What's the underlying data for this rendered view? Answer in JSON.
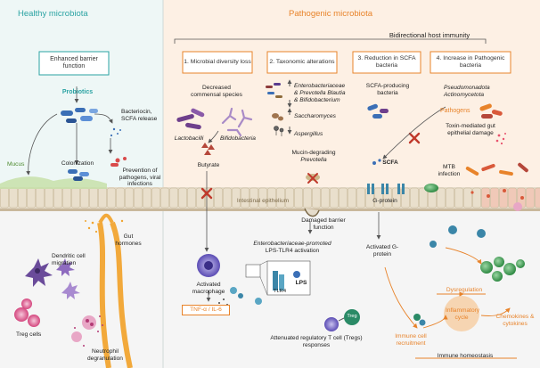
{
  "panels": {
    "healthy_title": "Healthy microbiota",
    "pathogenic_title": "Pathogenic microbiota"
  },
  "healthy": {
    "enhanced_barrier": "Enhanced barrier function",
    "probiotics": "Probiotics",
    "bacteriocin": "Bacteriocin, SCFA release",
    "mucus": "Mucus",
    "colonization": "Colonization",
    "prevention": "Prevention of pathogens, viral infections",
    "gut_hormones": "Gut hormones",
    "dendritic": "Dendritic cell migration",
    "treg_cells": "Treg cells",
    "neutrophil": "Neutrophil degranulation"
  },
  "bidirectional": "Bidirectional host immunity",
  "mechanisms": {
    "m1": "1. Microbial diversity loss",
    "m2": "2. Taxonomic alterations",
    "m3": "3. Reduction in SCFA bacteria",
    "m4": "4. Increase in Pathogenic bacteria"
  },
  "diversity": {
    "decreased": "Decreased commensal species",
    "lactobacilli": "Lactobacilli",
    "bifidobacteria": "Bifidobacteria",
    "butyrate": "Butyrate",
    "activated_macrophage": "Activated macrophage",
    "cytokines": "TNF-α / IL-6"
  },
  "taxonomic": {
    "line1": "Enterobacteriaceae",
    "line2": "& Prevotella Blautia",
    "line3": "& Bifidobacterium",
    "sacch": "Saccharomyces",
    "asperg": "Aspergillus",
    "mucin1": "Mucin-degrading",
    "mucin2": "Prevotella",
    "intestinal": "Intestinal epithelium",
    "damaged": "Damaged barrier function",
    "entero_promoted": "Enterobacteriaceae-promoted",
    "lps_tlr4": "LPS-TLR4 activation",
    "lps": "LPS",
    "tlr4": "TLR4",
    "treg": "Treg",
    "attenuated": "Attenuated regulatory T cell (Tregs) responses"
  },
  "scfa": {
    "producing": "SCFA-producing bacteria",
    "scfa": "SCFA",
    "gprotein": "G-protein",
    "activated_gprotein": "Activated G-protein"
  },
  "pathogenic": {
    "pseudo": "Pseudomonadota",
    "actino": "Actinomycetota",
    "pathogens": "Pathogens",
    "toxin": "Toxin-mediated gut epithelial damage",
    "mtb": "MTB infection",
    "dysregulation": "Dysregulation",
    "inflammatory": "Inflammatory cycle",
    "chemokines": "Chemokines & cytokines",
    "immune_recruit": "Immune cell recruitment",
    "immune_homeo": "Immune homeostasis"
  },
  "colors": {
    "healthy_bg": "#e9f5f3",
    "pathogenic_bg": "#fdf0e4",
    "teal": "#2ba3a3",
    "orange": "#e8832a",
    "epithelium": "#d9cdb8",
    "lumen": "#f4f4f4",
    "blue_bacteria": "#3b6fb6",
    "purple": "#6e3f8c",
    "red_x": "#c0392b",
    "green": "#3b9a4d"
  },
  "icons": [
    "bacteria-icon",
    "macrophage-icon",
    "dendritic-cell-icon",
    "treg-cell-icon",
    "neutrophil-icon",
    "red-x-icon",
    "arrow-icon"
  ]
}
